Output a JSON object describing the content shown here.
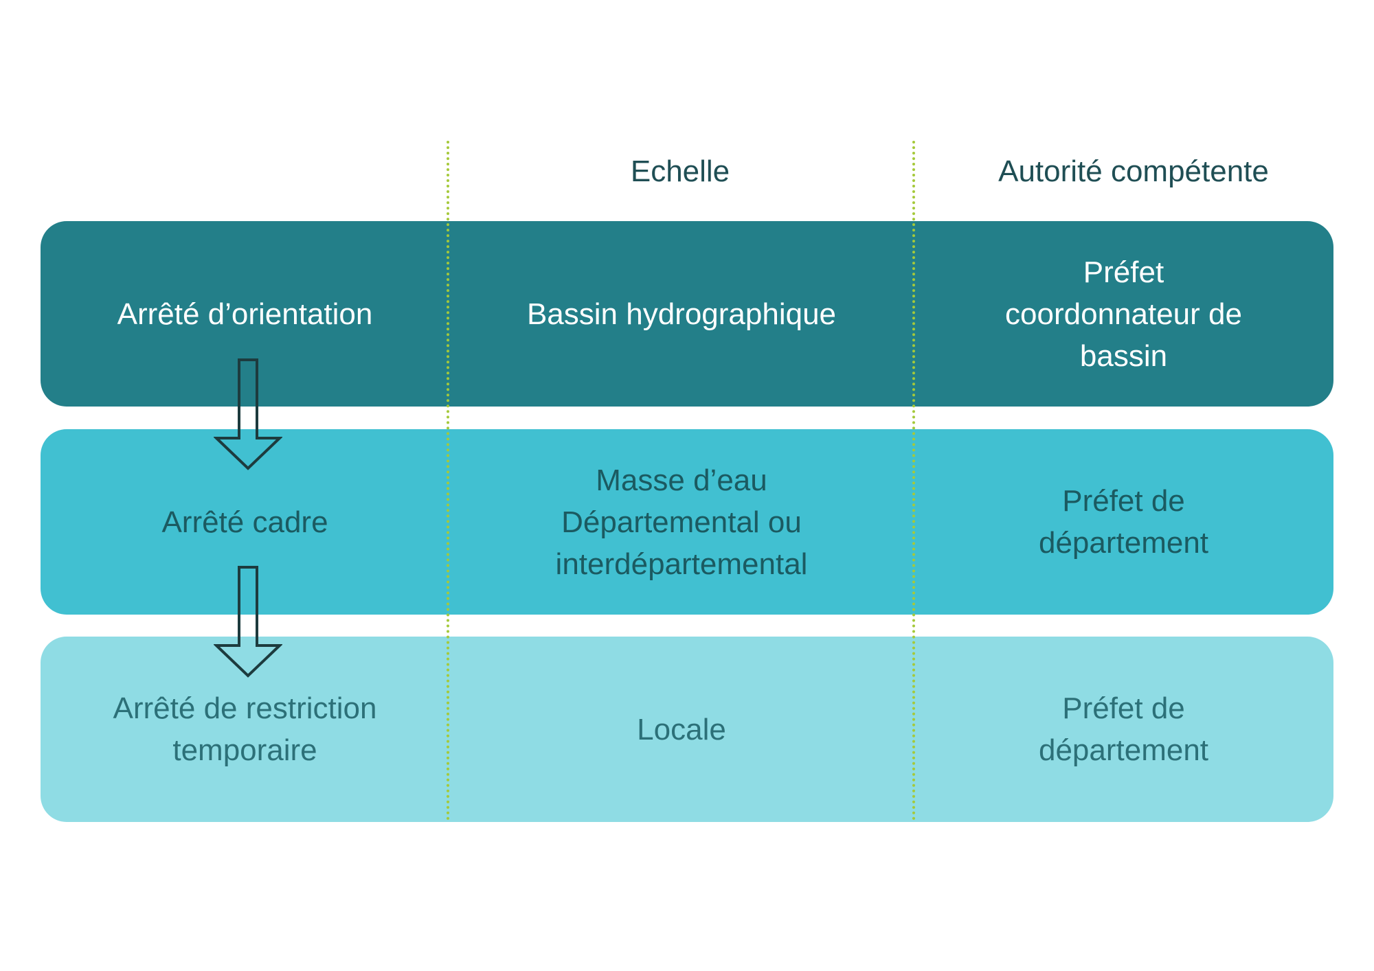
{
  "headers": {
    "col1": "",
    "col2": "Echelle",
    "col3": "Autorité compétente"
  },
  "rows": [
    {
      "type": "Arrêté d’orientation",
      "scale": "Bassin hydrographique",
      "authority": "Préfet\ncoordonnateur de\nbassin",
      "color": "#237f89"
    },
    {
      "type": "Arrêté cadre",
      "scale": "Masse d’eau\nDépartemental ou\ninterdépartemental",
      "authority": "Préfet de\ndépartement",
      "color": "#41c0d1"
    },
    {
      "type": "Arrêté de restriction\ntemporaire",
      "scale": "Locale",
      "authority": "Préfet de\ndépartement",
      "color": "#8fdce4"
    }
  ],
  "divider_color": "#a5c93a",
  "arrows": [
    "down-arrow-icon",
    "down-arrow-icon"
  ]
}
